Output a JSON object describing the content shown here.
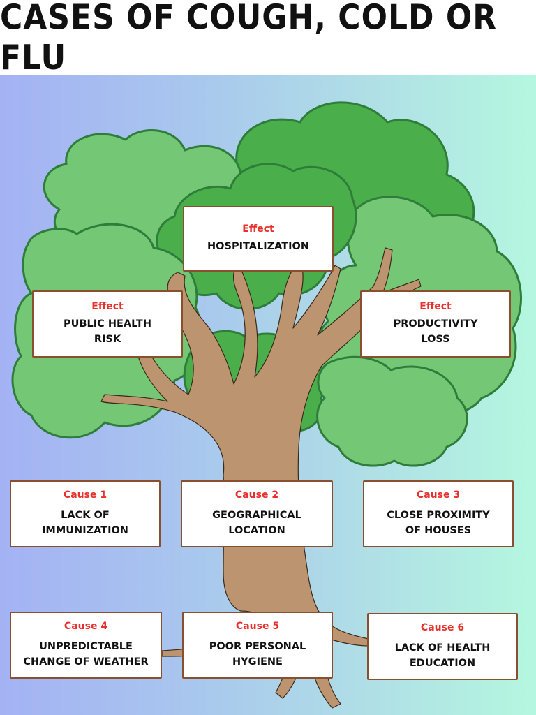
{
  "title": "CASES OF COUGH, COLD OR FLU",
  "colors": {
    "effect_label": "#e8302d",
    "cause_label": "#e8302d",
    "box_border": "#8a4f2e",
    "trunk": "#bc9470",
    "leaf_light": "#74c774",
    "leaf_dark": "#4aae4a",
    "leaf_outline": "#2e7d3a"
  },
  "effects": [
    {
      "label": "Effect",
      "text": "HOSPITALIZATION"
    },
    {
      "label": "Effect",
      "text": "PUBLIC HEALTH\nRISK"
    },
    {
      "label": "Effect",
      "text": "PRODUCTIVITY\nLOSS"
    }
  ],
  "causes": [
    {
      "label": "Cause 1",
      "text": "LACK OF\nIMMUNIZATION"
    },
    {
      "label": "Cause 2",
      "text": "GEOGRAPHICAL\nLOCATION"
    },
    {
      "label": "Cause 3",
      "text": "CLOSE PROXIMITY\nOF HOUSES"
    },
    {
      "label": "Cause 4",
      "text": "UNPREDICTABLE\nCHANGE OF WEATHER"
    },
    {
      "label": "Cause 5",
      "text": "POOR PERSONAL\nHYGIENE"
    },
    {
      "label": "Cause 6",
      "text": "LACK OF HEALTH\nEDUCATION"
    }
  ]
}
